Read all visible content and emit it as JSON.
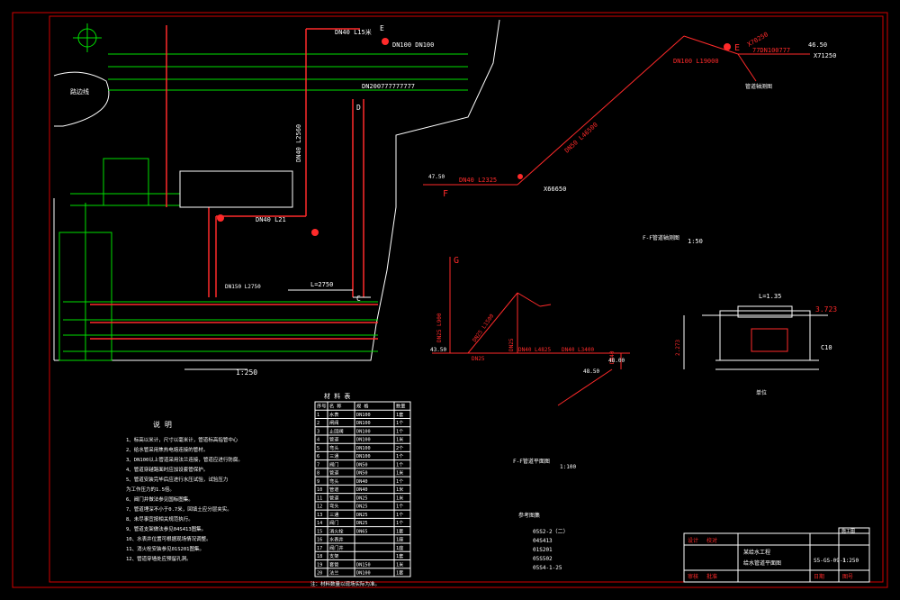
{
  "colors": {
    "background": "#000000",
    "frame": "#d40000",
    "site": "#ffffff",
    "pipe_green": "#00e000",
    "pipe_red": "#ff2a2a",
    "pipe_magenta": "#ff3cff",
    "label": "#ffffff",
    "dim_yellow": "#ffff00",
    "cyan": "#00ffff"
  },
  "plan": {
    "scale_label": "1:250",
    "left_label": "路边线",
    "top_pipe_labels": [
      "DN40 L15米",
      "DN100 DN100",
      "DN200777777777"
    ],
    "vertical_label": "DN40 L2560",
    "horizontal_label": "DN40 L21",
    "dim_label": "L=2750",
    "point_labels": [
      "E",
      "D",
      "C"
    ],
    "mid_label": "DN150 L2750"
  },
  "section_e": {
    "labels": [
      "DN100 L19000",
      "77DN100777",
      "DN50 L46500",
      "DN40 L2325"
    ],
    "elevations": [
      "46.50",
      "X71250",
      "X66650",
      "X70250",
      "47.50"
    ],
    "points": [
      "E",
      "F"
    ],
    "note": "管道轴测图"
  },
  "section_f": {
    "title": "F-F管道轴测图",
    "scale": "1:50",
    "point": "G",
    "labels": [
      "DN25 L900",
      "DN25 L1500",
      "DN25",
      "DN40 L4825",
      "DN40 L3400",
      "DN25",
      "DN40"
    ],
    "elevations": [
      "48.50",
      "48.00",
      "43.50"
    ],
    "title2": "F-F管道平面图",
    "scale2": "1:100"
  },
  "well": {
    "labels": [
      "单位",
      "L=1.35"
    ],
    "elevations": [
      "3.723",
      "2.273"
    ],
    "side_label": "C10"
  },
  "notes": {
    "title": "说  明",
    "items": [
      "1、标高以米计，尺寸以毫米计，管道标高指管中心",
      "2、给水管采用焦热电熔连接的管材。",
      "3、DN100以上管道采用法兰连接，管道应进行防腐。",
      "4、管道穿越路面时应加设套管保护。",
      "5、管道安装完毕后应进行水压试验，试验压力",
      "   为工作压力的1.5倍。",
      "6、阀门井做法参见国标图集。",
      "7、管道埋深不小于0.7米，回填土应分层夹实。",
      "8、未尽事宜按相关规范执行。",
      "9、管道支架做法参见04S413图集。",
      "10、水表井位置可根据现场情况调整。",
      "11、消火栓安装参见01S201图集。",
      "12、管道穿墙处应预留孔洞。"
    ]
  },
  "material_table": {
    "title": "材  料  表",
    "headers": [
      "序号",
      "名  称",
      "规  格",
      "数量"
    ],
    "rows": [
      [
        "1",
        "水表",
        "DN100",
        "1套"
      ],
      [
        "2",
        "闸阀",
        "DN100",
        "1个"
      ],
      [
        "3",
        "止回阀",
        "DN100",
        "1个"
      ],
      [
        "4",
        "管道",
        "DN100",
        "1米"
      ],
      [
        "5",
        "弯头",
        "DN100",
        "2个"
      ],
      [
        "6",
        "三通",
        "DN100",
        "1个"
      ],
      [
        "7",
        "阀门",
        "DN50",
        "1个"
      ],
      [
        "8",
        "管道",
        "DN50",
        "1米"
      ],
      [
        "9",
        "弯头",
        "DN40",
        "1个"
      ],
      [
        "10",
        "管道",
        "DN40",
        "1米"
      ],
      [
        "11",
        "管道",
        "DN25",
        "1米"
      ],
      [
        "12",
        "弯头",
        "DN25",
        "1个"
      ],
      [
        "13",
        "三通",
        "DN25",
        "1个"
      ],
      [
        "14",
        "阀门",
        "DN25",
        "1个"
      ],
      [
        "15",
        "消火栓",
        "DN65",
        "1套"
      ],
      [
        "16",
        "水表井",
        "",
        "1座"
      ],
      [
        "17",
        "阀门井",
        "",
        "1座"
      ],
      [
        "18",
        "支架",
        "",
        "1套"
      ],
      [
        "19",
        "套管",
        "DN150",
        "1米"
      ],
      [
        "20",
        "法兰",
        "DN100",
        "1套"
      ]
    ],
    "footer": "注：材料数量以现场实际为准。"
  },
  "reference": {
    "title": "参考图集",
    "items": [
      "05S2-2（二）",
      "04S413",
      "01S201",
      "05S502",
      "05S4-1-25"
    ]
  },
  "title_block": {
    "project": "某给水工程",
    "drawing": "给水管道平面图",
    "number": "S5-GS-09-1",
    "scale": "1:250",
    "stage": "施工图",
    "labels": [
      "设计",
      "校对",
      "审核",
      "批准",
      "日期",
      "图号"
    ]
  }
}
